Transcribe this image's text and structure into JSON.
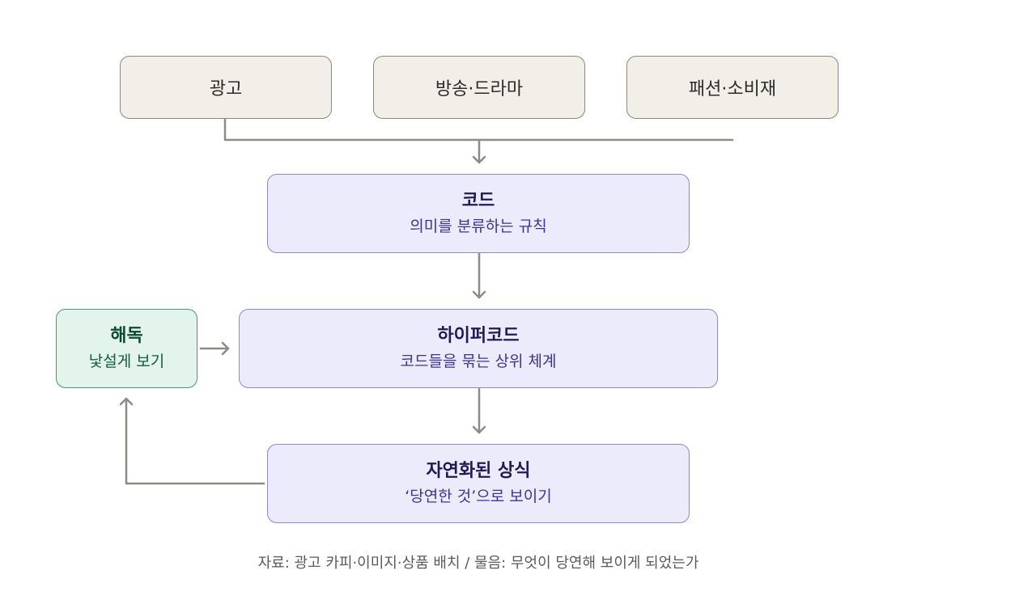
{
  "sources": [
    {
      "label": "광고"
    },
    {
      "label": "방송·드라마"
    },
    {
      "label": "패션·소비재"
    }
  ],
  "code": {
    "title": "코드",
    "subtitle": "의미를 분류하는 규칙"
  },
  "hypercode": {
    "title": "하이퍼코드",
    "subtitle": "코드들을 묶는 상위 체계"
  },
  "common_sense": {
    "title": "자연화된 상식",
    "subtitle": "‘당연한 것’으로 보이기"
  },
  "decoding": {
    "title": "해독",
    "subtitle": "낯설게 보기"
  },
  "caption": "자료: 광고 카피·이미지·상품 배치 / 물음: 무엇이 당연해 보이게 되었는가",
  "colors": {
    "source_fill": "#f1efe8",
    "concept_fill": "#ecebfc",
    "concept_text": "#1f1a57",
    "decode_fill": "#e2f4ec",
    "decode_text": "#0d4a34",
    "connector": "#8b8b87"
  }
}
